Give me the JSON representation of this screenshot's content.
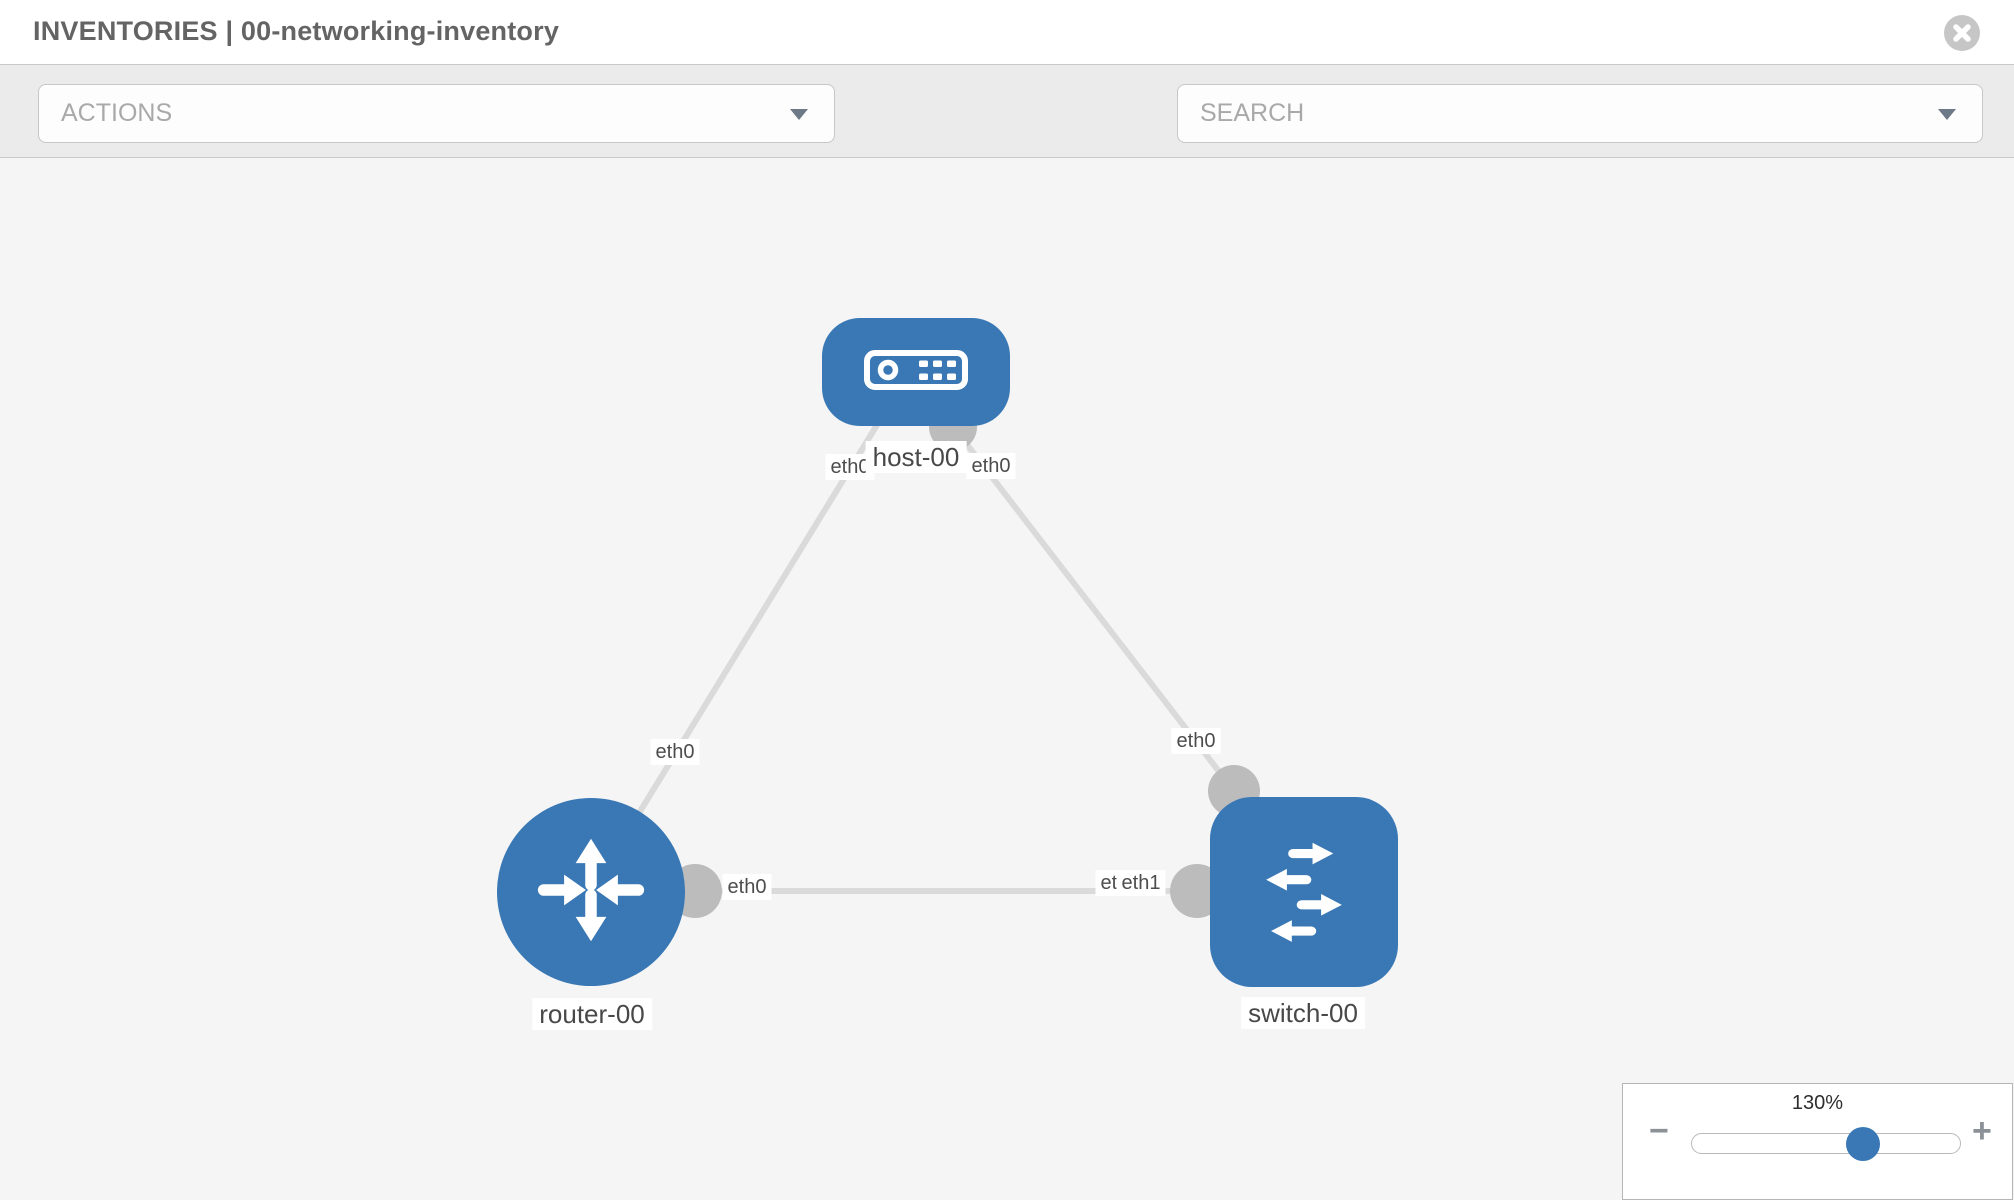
{
  "header": {
    "title": "INVENTORIES | 00-networking-inventory"
  },
  "toolbar": {
    "actions_placeholder": "ACTIONS",
    "search_placeholder": "SEARCH",
    "icon_names": [
      "wrench-icon",
      "key-icon",
      "chevron-down-icon",
      "close-circle-icon"
    ]
  },
  "topology": {
    "node_labels": {
      "host": "host-00",
      "router": "router-00",
      "switch": "switch-00"
    },
    "node_icon_names": [
      "host-server-icon",
      "router-arrows-icon",
      "switch-arrows-icon"
    ],
    "interface_labels": {
      "host_to_router": "eth0",
      "host_to_switch": "eth0",
      "router_to_host": "eth0",
      "switch_to_host": "eth0",
      "router_to_switch": "eth0",
      "switch_to_router_hidden": "eth0",
      "switch_to_router": "eth1"
    },
    "links": [
      {
        "from": "host-00",
        "to": "router-00",
        "from_if": "eth0",
        "to_if": "eth0"
      },
      {
        "from": "host-00",
        "to": "switch-00",
        "from_if": "eth0",
        "to_if": "eth0"
      },
      {
        "from": "router-00",
        "to": "switch-00",
        "from_if": "eth0",
        "to_if": "eth1"
      }
    ]
  },
  "zoom_control": {
    "level": "130%",
    "minus_label": "−",
    "plus_label": "+"
  },
  "colors": {
    "node_blue": "#3978b4",
    "link_gray": "#dadada",
    "interface_dot_gray": "#bcbcbc",
    "toolbar_bg": "#ebebeb",
    "canvas_bg": "#f5f5f5",
    "title_gray": "#646464",
    "placeholder_gray": "#a9a9a9",
    "icon_gray": "#8b9197"
  }
}
